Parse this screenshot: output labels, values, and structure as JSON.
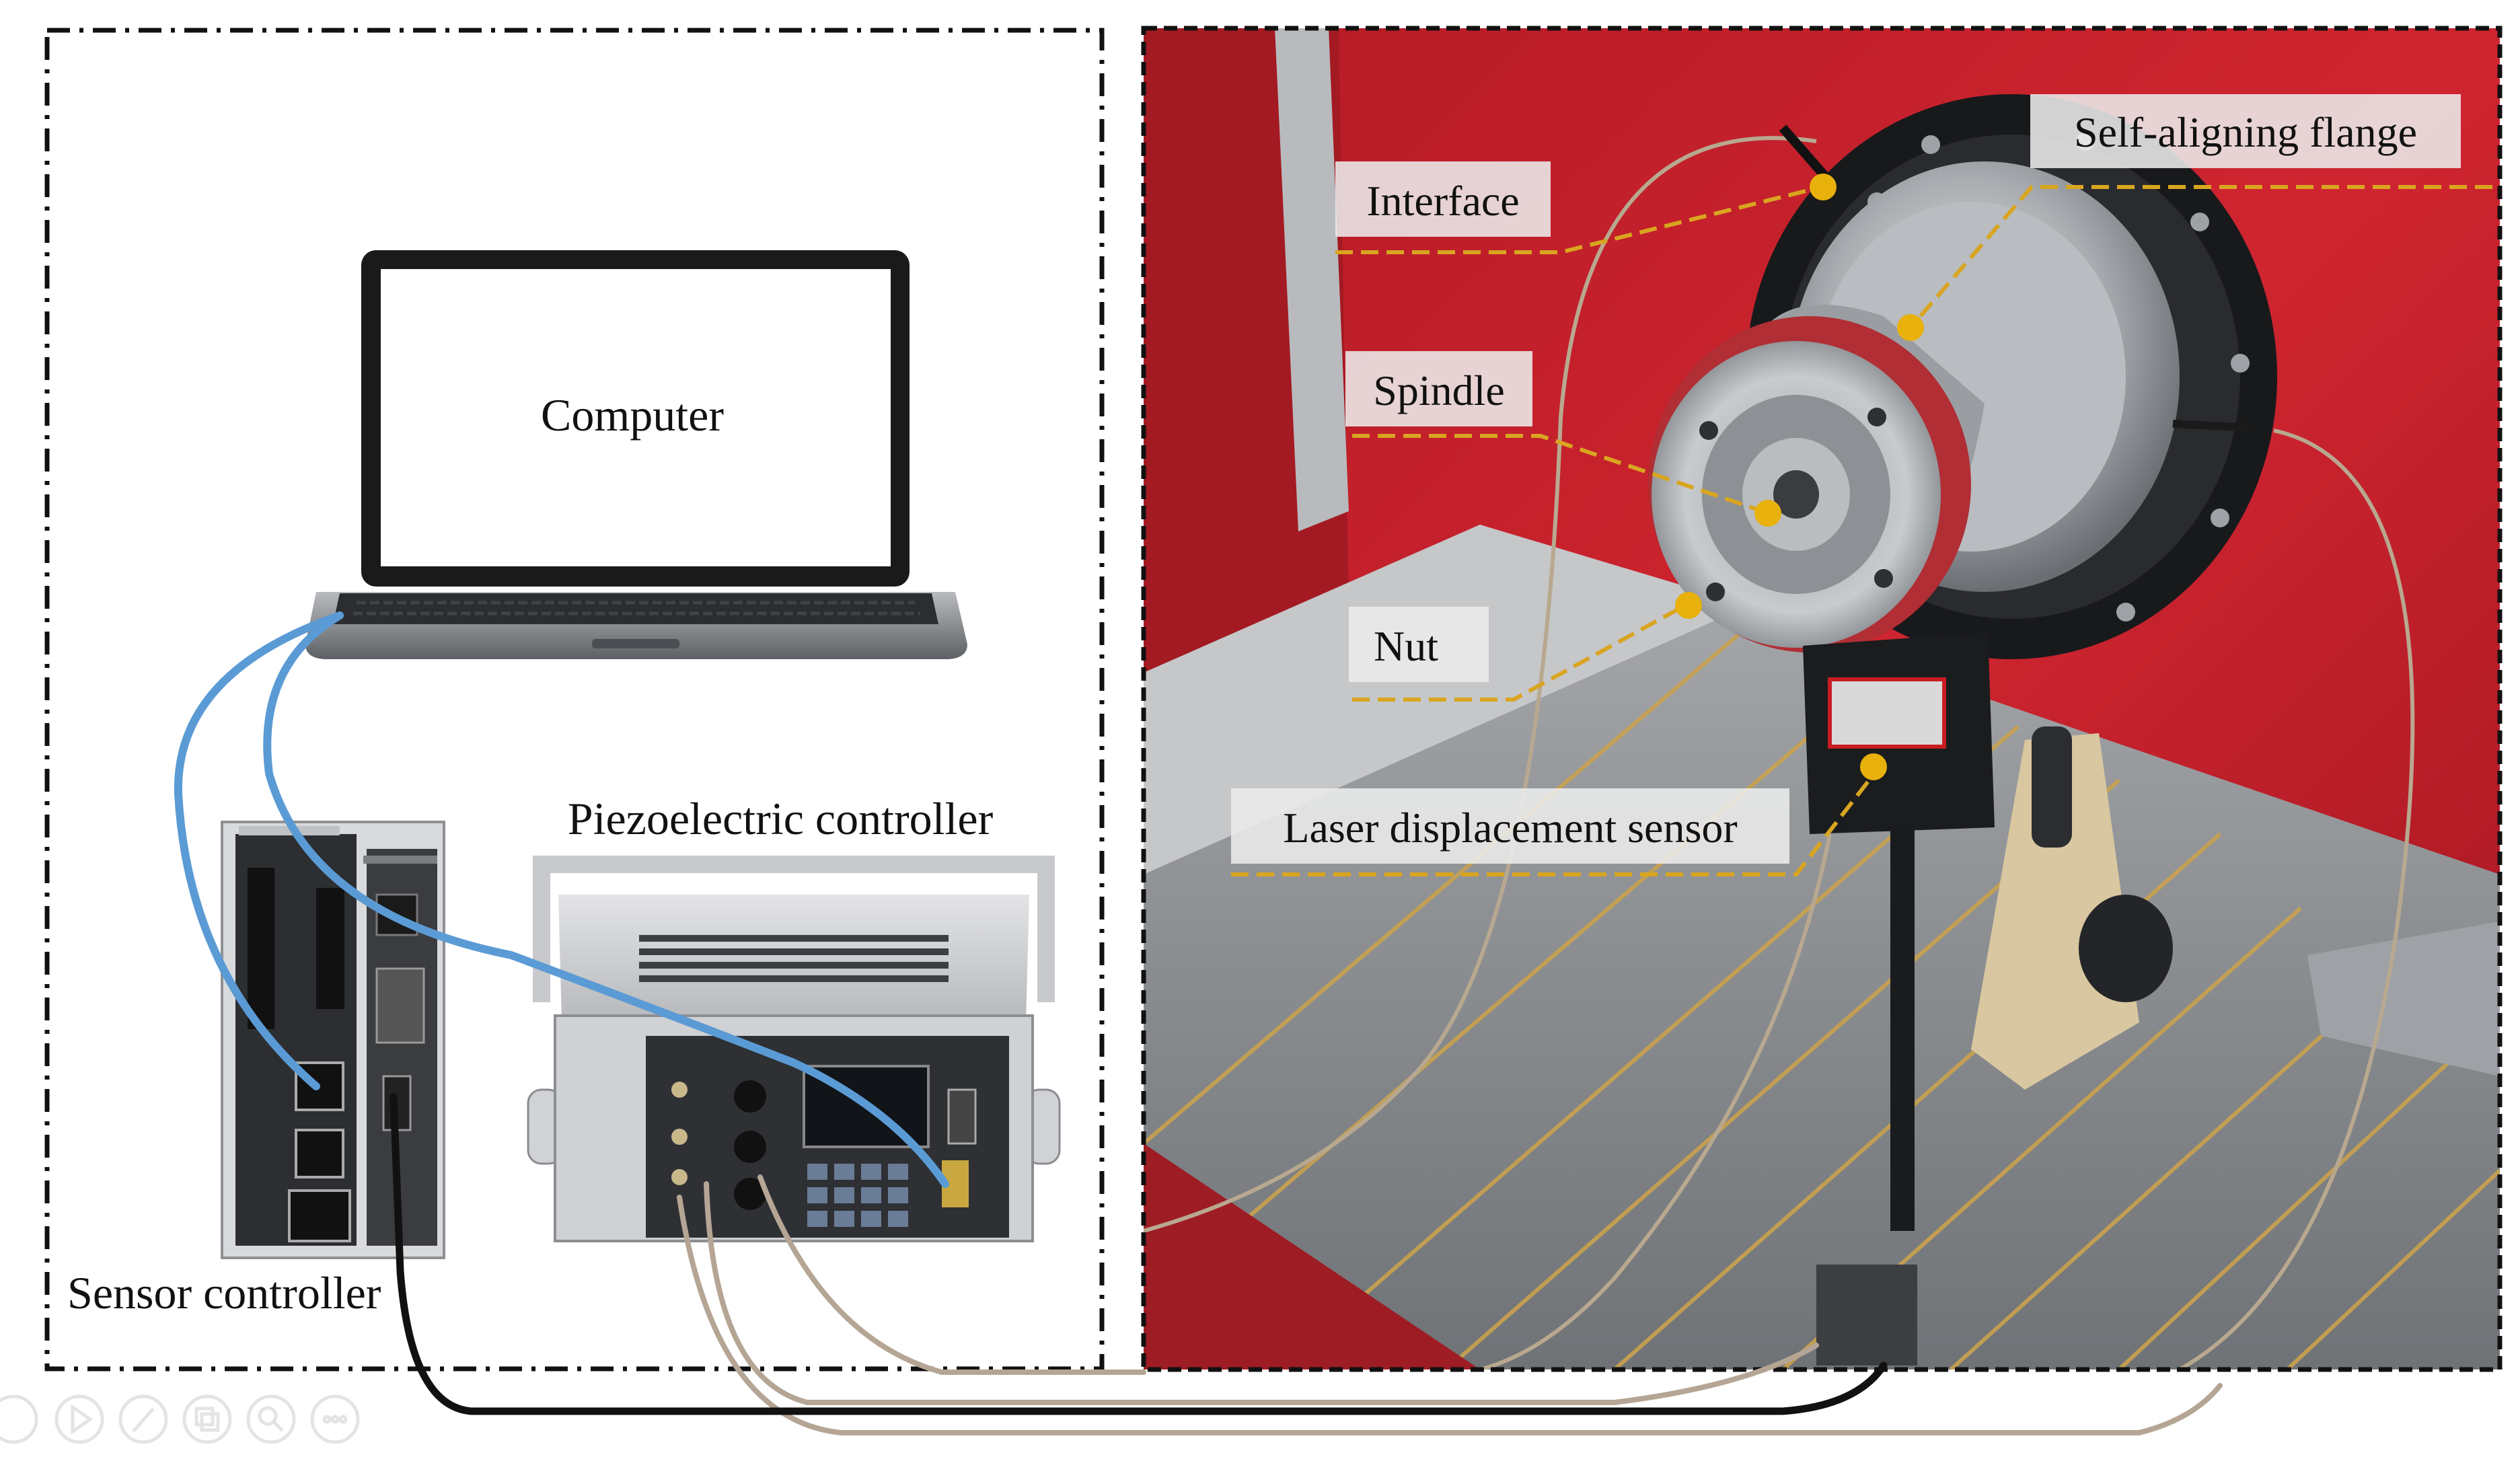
{
  "labels": {
    "computer": "Computer",
    "piezo_controller": "Piezoelectric controller",
    "sensor_controller": "Sensor controller"
  },
  "callouts": {
    "interface": "Interface",
    "self_aligning_flange": "Self-aligning flange",
    "spindle": "Spindle",
    "nut": "Nut",
    "laser_sensor": "Laser displacement sensor"
  },
  "colors": {
    "callout_line": "#d9a520",
    "callout_dot": "#e8b10c",
    "usb_cable": "#5b9bd5",
    "sensor_cable": "#111111",
    "piezo_cable": "#b5a594",
    "machine_red": "#c0202a",
    "table_grey": "#8c8f93",
    "label_bg": "#ececec"
  },
  "toolbar_icons": [
    "arrow-icon",
    "play-icon",
    "pen-icon",
    "copy-icon",
    "zoom-icon",
    "more-icon"
  ]
}
